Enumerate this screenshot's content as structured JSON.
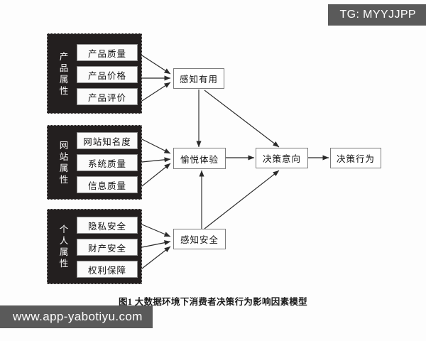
{
  "badges": {
    "top_right": "TG: MYYJJPP",
    "bottom_left": "www.app-yabotiyu.com"
  },
  "caption": "图1  大数据环境下消费者决策行为影响因素模型",
  "diagram": {
    "groups": [
      {
        "id": "product-attributes",
        "label": "产品属性",
        "label_chars": [
          "产",
          "品",
          "属",
          "性"
        ],
        "factors": [
          "产品质量",
          "产品价格",
          "产品评价"
        ]
      },
      {
        "id": "website-attributes",
        "label": "网站属性",
        "label_chars": [
          "网",
          "站",
          "属",
          "性"
        ],
        "factors": [
          "网站知名度",
          "系统质量",
          "信息质量"
        ]
      },
      {
        "id": "personal-attributes",
        "label": "个人属性",
        "label_chars": [
          "个",
          "人",
          "属",
          "性"
        ],
        "factors": [
          "隐私安全",
          "财产安全",
          "权利保障"
        ]
      }
    ],
    "mediators": [
      {
        "id": "perceived-usefulness",
        "label": "感知有用"
      },
      {
        "id": "pleasure-experience",
        "label": "愉悦体验"
      },
      {
        "id": "perceived-security",
        "label": "感知安全"
      }
    ],
    "outcomes": [
      {
        "id": "decision-intention",
        "label": "决策意向"
      },
      {
        "id": "decision-behavior",
        "label": "决策行为"
      }
    ],
    "colors": {
      "group_fill": "#231f1f",
      "box_fill": "#ffffff",
      "box_stroke": "#7d7d7d",
      "arrow": "#2a2a2a",
      "badge": "#5a5a5a",
      "page": "#fdfdfd"
    }
  }
}
